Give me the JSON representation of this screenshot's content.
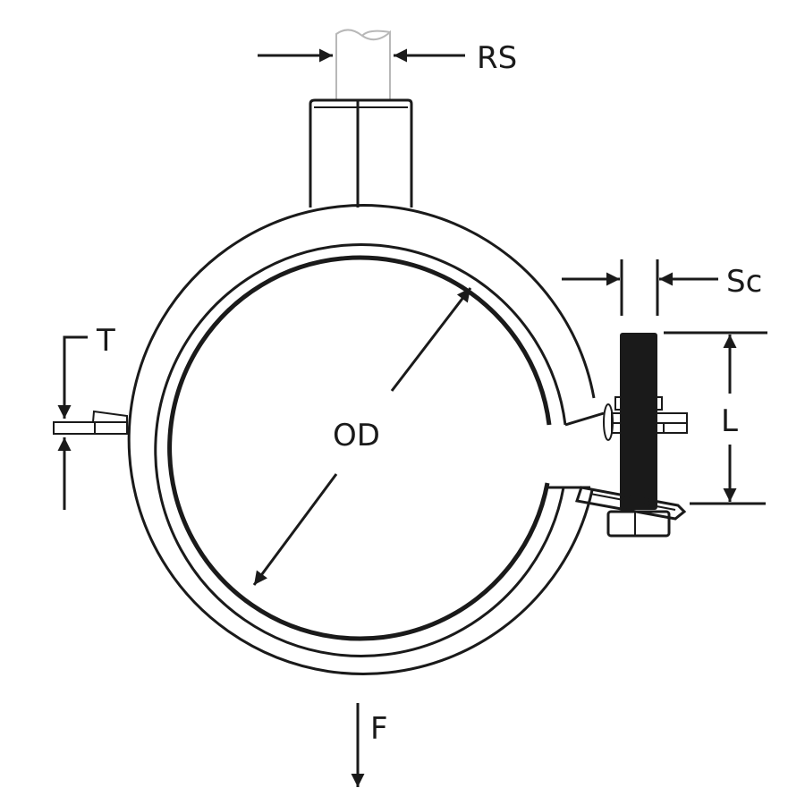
{
  "diagram": {
    "labels": {
      "rod_size": "RS",
      "screw": "Sc",
      "length": "L",
      "thickness": "T",
      "outer_diameter": "OD",
      "force": "F"
    },
    "colors": {
      "line": "#1a1a1a",
      "rod": "#b8b8b8",
      "background": "#ffffff"
    }
  }
}
